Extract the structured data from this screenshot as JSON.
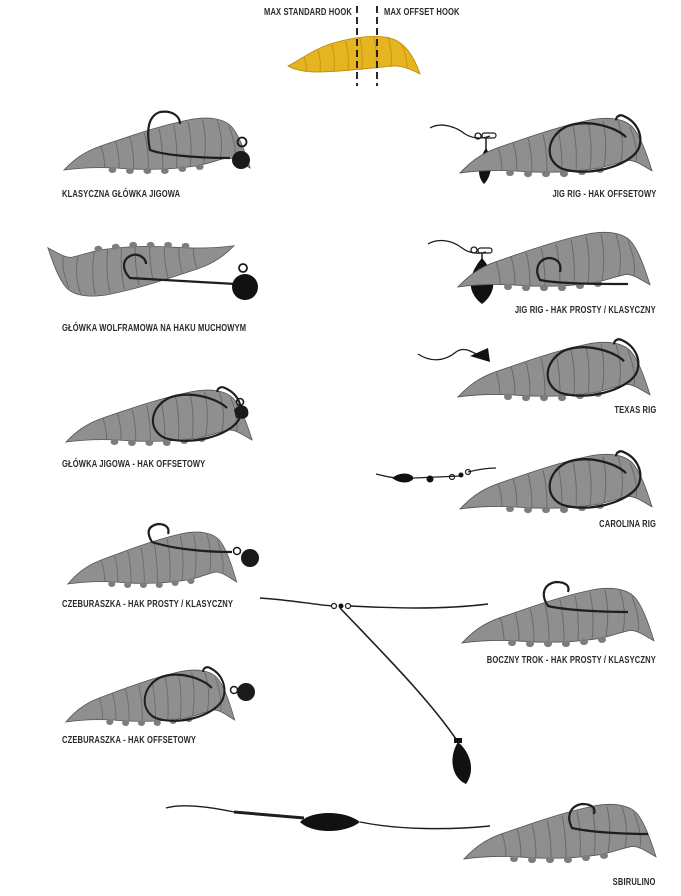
{
  "header": {
    "standard_label": "MAX STANDARD HOOK",
    "offset_label": "MAX OFFSET HOOK"
  },
  "colors": {
    "bait_yellow": "#e6b41e",
    "bait_grey": "#8f8f8f",
    "line": "#1a1a1a"
  },
  "rigs": {
    "classic_jig": "KLASYCZNA GŁÓWKA JIGOWA",
    "tungsten_fly": "GŁÓWKA WOLFRAMOWA NA HAKU MUCHOWYM",
    "jig_offset": "GŁÓWKA JIGOWA - HAK OFFSETOWY",
    "cheburashka_straight": "CZEBURASZKA - HAK PROSTY / KLASYCZNY",
    "cheburashka_offset": "CZEBURASZKA - HAK OFFSETOWY",
    "jigrig_offset": "JIG RIG - HAK OFFSETOWY",
    "jigrig_straight": "JIG RIG - HAK PROSTY / KLASYCZNY",
    "texas": "TEXAS RIG",
    "carolina": "CAROLINA RIG",
    "dropshot_side": "BOCZNY TROK - HAK PROSTY / KLASYCZNY",
    "spirulino": "SBIRULINO"
  }
}
